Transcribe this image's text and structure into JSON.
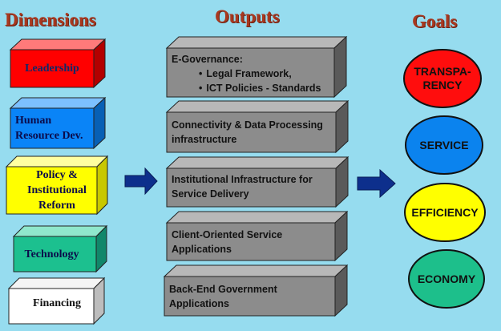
{
  "headings": {
    "dimensions": "Dimensions",
    "outputs": "Outputs",
    "goals": "Goals"
  },
  "dimensions": [
    {
      "label": "Leadership",
      "color": "#ff0000",
      "text_color": "#0a2a6a"
    },
    {
      "label": "Human\nResource Dev.",
      "color": "#0a84f7",
      "text_color": "#0b0b4a"
    },
    {
      "label": "Policy &\nInstitutional\nReform",
      "color": "#ffff00",
      "text_color": "#0b0b4a"
    },
    {
      "label": "Technology",
      "color": "#1cc08f",
      "text_color": "#0b0b4a"
    },
    {
      "label": "Financing",
      "color": "#ffffff",
      "text_color": "#111111"
    }
  ],
  "outputs": [
    {
      "title": "E-Governance:",
      "bullets": [
        "Legal Framework,",
        "ICT Policies - Standards"
      ]
    },
    {
      "title": "Connectivity & Data Processing\ninfrastructure"
    },
    {
      "title": "Institutional Infrastructure for\nService Delivery"
    },
    {
      "title": "Client-Oriented Service\nApplications"
    },
    {
      "title": "Back-End Government\nApplications"
    }
  ],
  "goals": [
    {
      "label": "TRANSPA-\nRENCY",
      "color": "#ff0d0d"
    },
    {
      "label": "SERVICE",
      "color": "#0b83ee"
    },
    {
      "label": "EFFICIENCY",
      "color": "#ffff00"
    },
    {
      "label": "ECONOMY",
      "color": "#1dbf8b"
    }
  ],
  "colors": {
    "background": "#96dcef",
    "heading": "#a9381f",
    "output_box": "#8c8c8c",
    "arrow": "#0d2f8c"
  }
}
